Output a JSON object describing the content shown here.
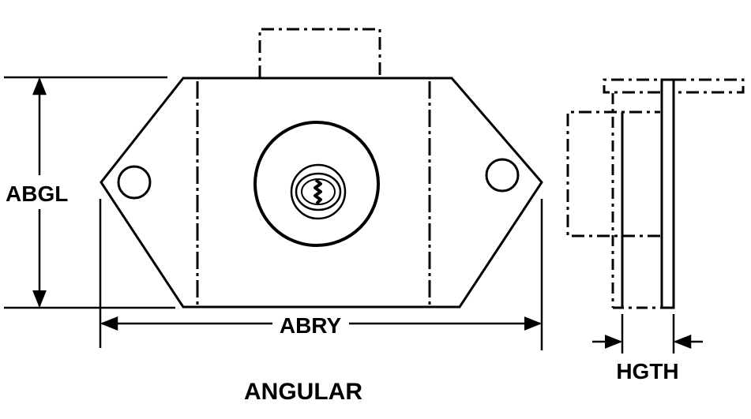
{
  "labels": {
    "height_dimension": "ABGL",
    "width_dimension": "ABRY",
    "thickness_dimension": "HGTH",
    "style_caption": "ANGULAR"
  },
  "colors": {
    "line": "#000000",
    "background": "#ffffff"
  }
}
